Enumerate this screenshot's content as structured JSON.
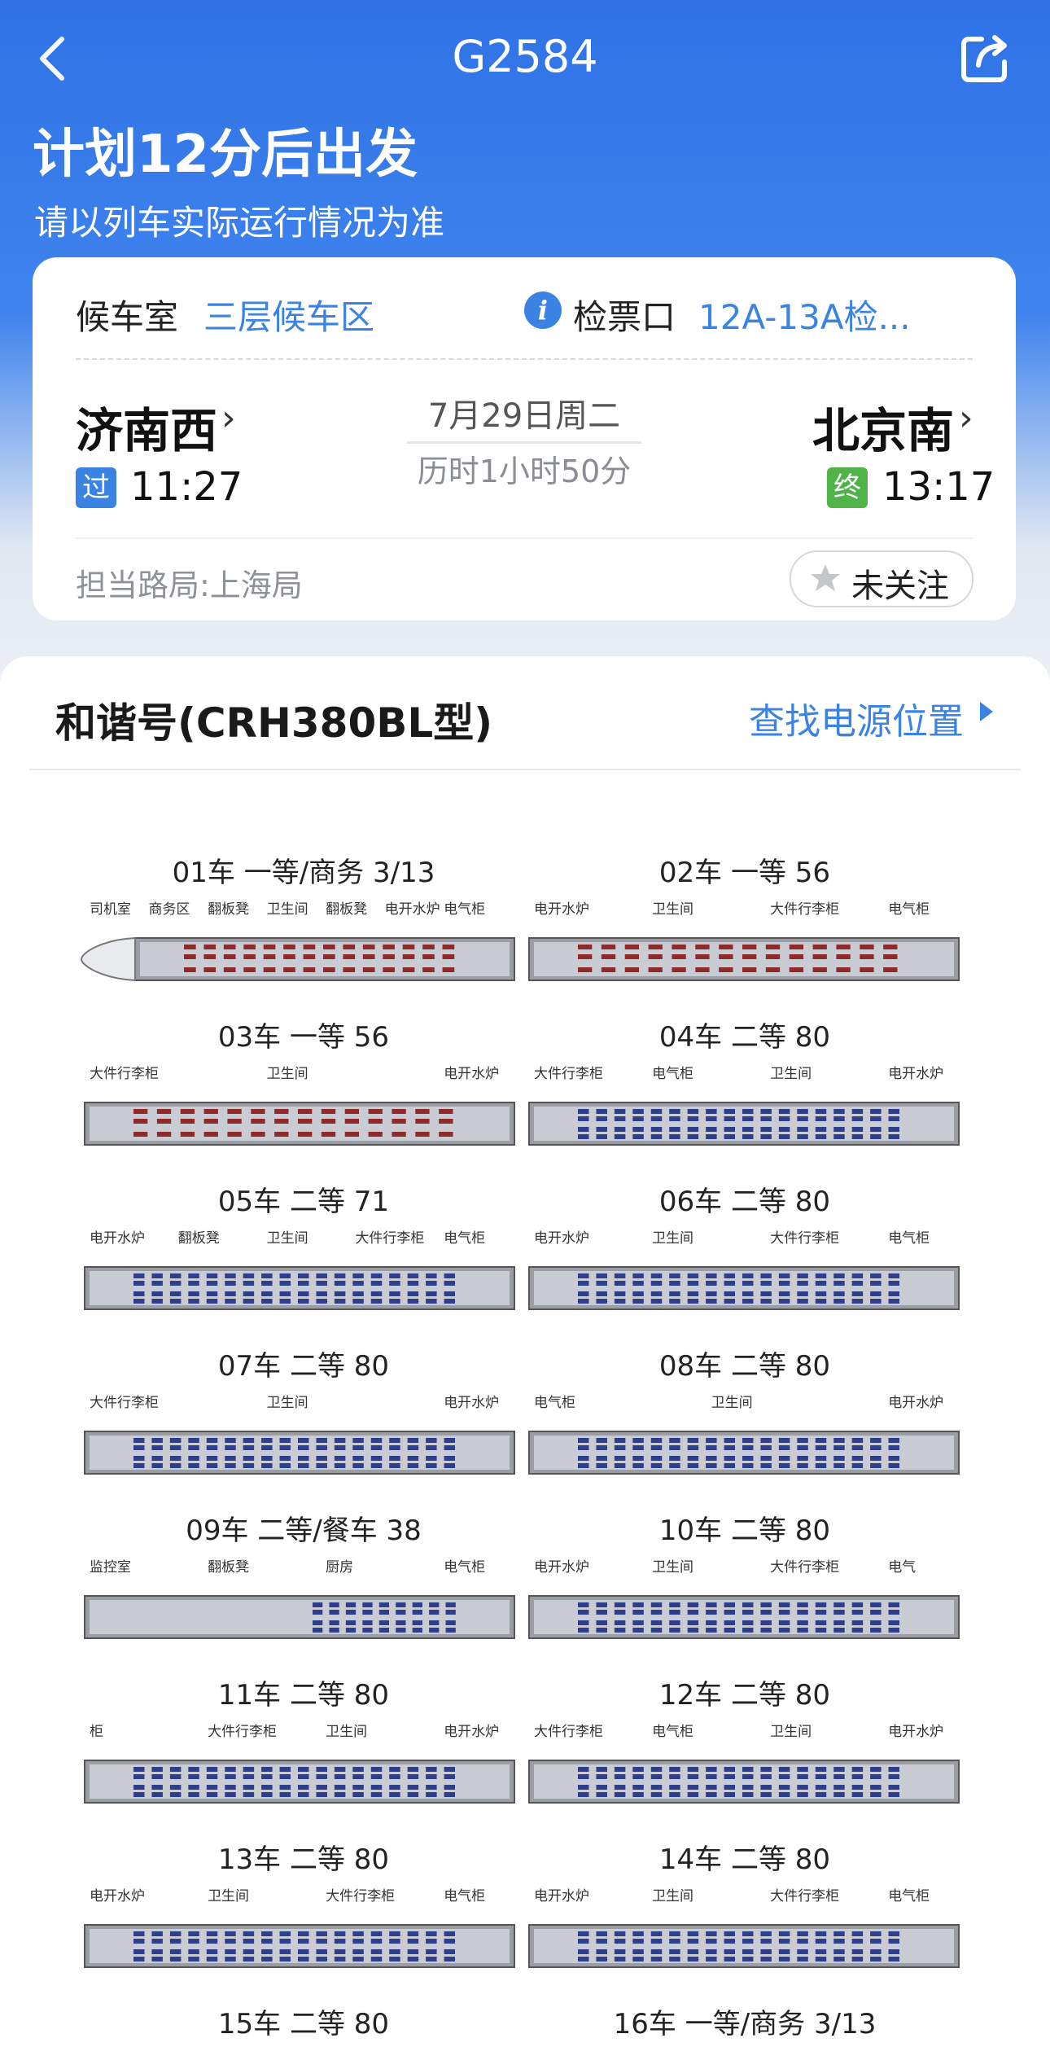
{
  "nav": {
    "title": "G2584",
    "back_icon": "chevron-left-icon",
    "share_icon": "share-icon"
  },
  "status": {
    "headline": "计划12分后出发",
    "subline": "请以列车实际运行情况为准"
  },
  "card": {
    "waiting_label": "候车室",
    "waiting_value": "三层候车区",
    "gate_label": "检票口",
    "gate_value": "12A-13A检...",
    "from_station": "济南西",
    "from_badge": "过",
    "from_time": "11:27",
    "date": "7月29日周二",
    "duration": "历时1小时50分",
    "to_station": "北京南",
    "to_badge": "终",
    "to_time": "13:17",
    "bureau": "担当路局:上海局",
    "follow_label": "未关注",
    "colors": {
      "accent": "#3b83e3",
      "pass": "#3b83e3",
      "terminal": "#4fb347"
    }
  },
  "panel": {
    "model": "和谐号(CRH380BL型)",
    "power_link": "查找电源位置"
  },
  "cars": [
    {
      "label": "01车 一等/商务 3/13",
      "seat": "first",
      "head": true,
      "annotations": [
        "司机室",
        "商务区",
        "翻板凳",
        "卫生间",
        "翻板凳",
        "电开水炉",
        "电气柜"
      ]
    },
    {
      "label": "02车 一等 56",
      "seat": "first",
      "annotations": [
        "电开水炉",
        "卫生间",
        "大件行李柜",
        "电气柜"
      ]
    },
    {
      "label": "03车 一等 56",
      "seat": "first",
      "annotations": [
        "大件行李柜",
        "卫生间",
        "电开水炉"
      ]
    },
    {
      "label": "04车 二等 80",
      "seat": "second",
      "annotations": [
        "大件行李柜",
        "电气柜",
        "卫生间",
        "电开水炉"
      ]
    },
    {
      "label": "05车 二等 71",
      "seat": "second",
      "annotations": [
        "电开水炉",
        "翻板凳",
        "卫生间",
        "大件行李柜",
        "电气柜"
      ]
    },
    {
      "label": "06车 二等 80",
      "seat": "second",
      "annotations": [
        "电开水炉",
        "卫生间",
        "大件行李柜",
        "电气柜"
      ]
    },
    {
      "label": "07车 二等 80",
      "seat": "second",
      "annotations": [
        "大件行李柜",
        "卫生间",
        "电开水炉"
      ]
    },
    {
      "label": "08车 二等 80",
      "seat": "second",
      "annotations": [
        "电气柜",
        "卫生间",
        "电开水炉"
      ]
    },
    {
      "label": "09车 二等/餐车 38",
      "seat": "second",
      "dining": true,
      "annotations": [
        "监控室",
        "翻板凳",
        "厨房",
        "电气柜"
      ]
    },
    {
      "label": "10车 二等 80",
      "seat": "second",
      "annotations": [
        "电开水炉",
        "卫生间",
        "大件行李柜",
        "电气"
      ]
    },
    {
      "label": "11车 二等 80",
      "seat": "second",
      "annotations": [
        "柜",
        "大件行李柜",
        "卫生间",
        "电开水炉"
      ]
    },
    {
      "label": "12车 二等 80",
      "seat": "second",
      "annotations": [
        "大件行李柜",
        "电气柜",
        "卫生间",
        "电开水炉"
      ]
    },
    {
      "label": "13车 二等 80",
      "seat": "second",
      "annotations": [
        "电开水炉",
        "卫生间",
        "大件行李柜",
        "电气柜"
      ]
    },
    {
      "label": "14车 二等 80",
      "seat": "second",
      "annotations": [
        "电开水炉",
        "卫生间",
        "大件行李柜",
        "电气柜"
      ]
    },
    {
      "label": "15车 二等 80",
      "seat": "second",
      "annotations": []
    },
    {
      "label": "16车 一等/商务 3/13",
      "seat": "first",
      "annotations": []
    }
  ],
  "seat_colors": {
    "first": "#8f2a2a",
    "second": "#2c3e8c",
    "car_body": "#9a9da3"
  }
}
